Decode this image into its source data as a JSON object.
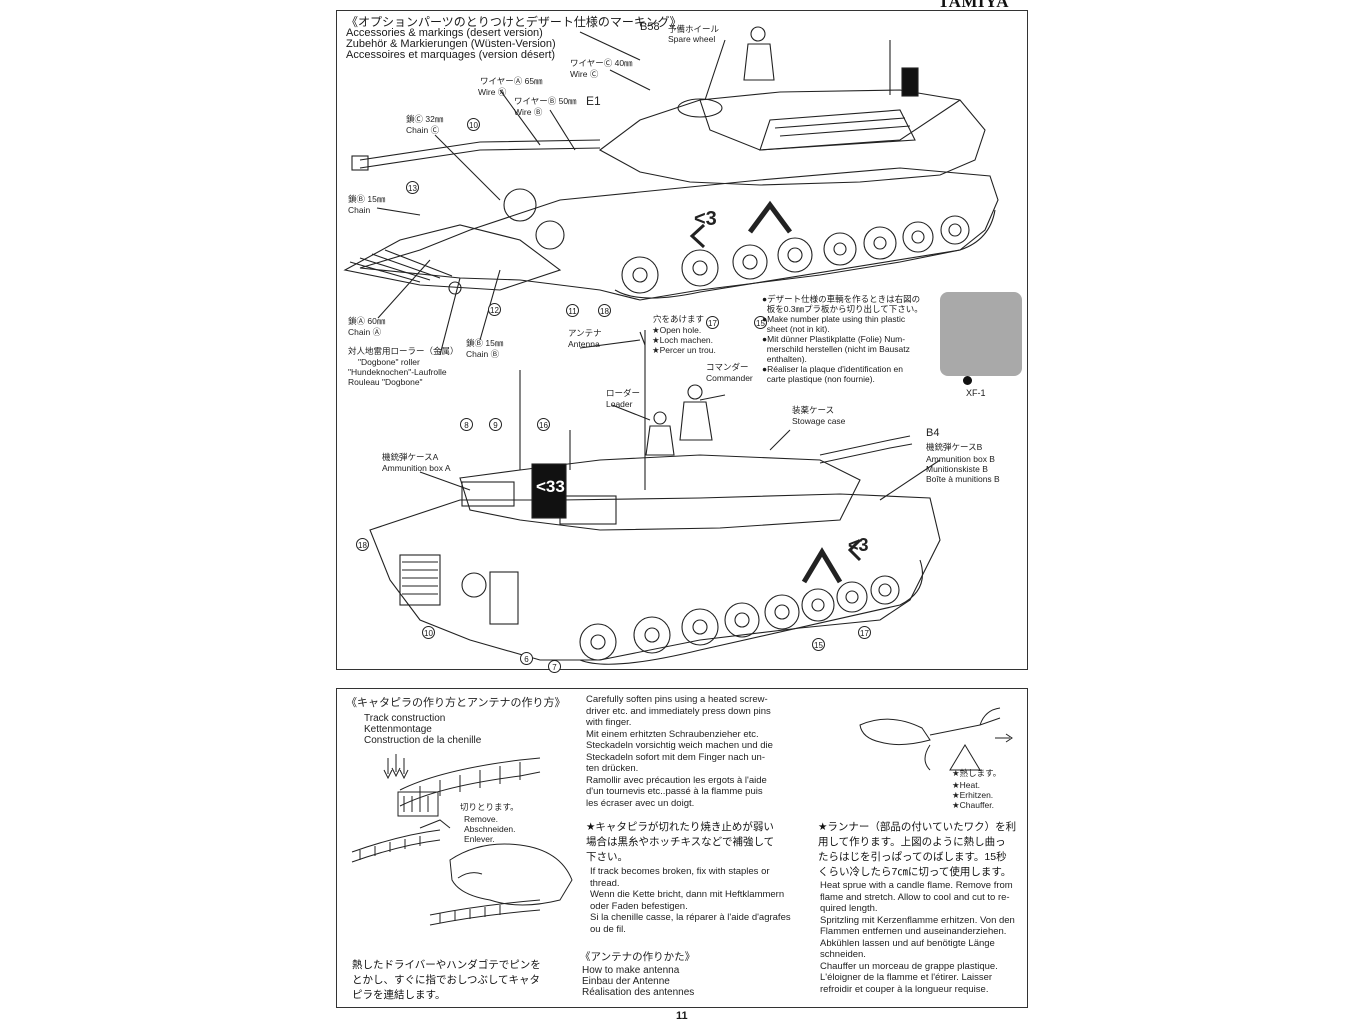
{
  "brand": "TAMIYA",
  "page_number": "11",
  "top_section": {
    "title_jp": "《オプションパーツのとりつけとデザート仕様のマーキング》",
    "title_en": "Accessories & markings (desert version)",
    "title_de": "Zubehör & Markierungen (Wüsten-Version)",
    "title_fr": "Accessoires et marquages (version désert)",
    "labels": {
      "b58": "B58",
      "spare_wheel_jp": "予備ホイール",
      "spare_wheel": "Spare wheel",
      "wire_c_jp": "ワイヤーⒸ 40㎜",
      "wire_c": "Wire Ⓒ",
      "wire_a_jp": "ワイヤーⒶ 65㎜",
      "wire_a": "Wire Ⓐ",
      "wire_b_jp": "ワイヤーⒷ 50㎜",
      "wire_b": "Wire Ⓑ",
      "e1": "E1",
      "chain_c_jp": "鎖Ⓒ 32㎜",
      "chain_c": "Chain Ⓒ",
      "chain_b_jp": "鎖Ⓑ 15㎜",
      "chain_b": "Chain",
      "chain_a_jp": "鎖Ⓐ 60㎜",
      "chain_a": "Chain Ⓐ",
      "chain_b2_jp": "鎖Ⓑ 15㎜",
      "chain_b2": "Chain Ⓑ",
      "dogbone_jp": "対人地雷用ローラー（金属）",
      "dogbone_en": "\"Dogbone\" roller",
      "dogbone_de": "\"Hundeknochen\"-Laufrolle",
      "dogbone_fr": "Rouleau \"Dogbone\"",
      "antenna_jp": "アンテナ",
      "antenna": "Antenna",
      "hole_jp": "穴をあけます",
      "hole_en": "★Open hole.",
      "hole_de": "★Loch machen.",
      "hole_fr": "★Percer un trou.",
      "commander_jp": "コマンダー",
      "commander": "Commander",
      "loader_jp": "ローダー",
      "loader": "Loader",
      "stowage_jp": "装薬ケース",
      "stowage": "Stowage case",
      "ammo_a_jp": "機銃弾ケースA",
      "ammo_a": "Ammunition box A",
      "b4": "B4",
      "ammo_b_jp": "機銃弾ケースB",
      "ammo_b_en": "Ammunition box B",
      "ammo_b_de": "Munitionskiste B",
      "ammo_b_fr": "Boîte à munitions B"
    },
    "part_numbers_upper": [
      "10",
      "13",
      "11",
      "12",
      "18",
      "17",
      "15"
    ],
    "part_numbers_lower": [
      "8",
      "9",
      "16",
      "18",
      "10",
      "6",
      "7",
      "15",
      "17"
    ],
    "plate_note": "●デザート仕様の車輌を作るときは右図の\n  板を0.3㎜プラ板から切り出して下さい。\n●Make number plate using thin plastic\n  sheet (not in kit).\n●Mit dünner Plastikplatte (Folie) Num-\n  merschild herstellen (nicht im Bausatz\n  enthalten).\n●Réaliser la plaque d'identification en\n  carte plastique (non fournie).",
    "paint_code": "XF-1",
    "hull_mark": "<3",
    "turret_mark": "<33",
    "chevron": "^"
  },
  "bottom_section": {
    "track_title_jp": "《キャタピラの作り方とアンテナの作り方》",
    "track_en": "Track construction",
    "track_de": "Kettenmontage",
    "track_fr": "Construction de la chenille",
    "cut_jp": "切りとります。",
    "cut_en": "Remove.",
    "cut_de": "Abschneiden.",
    "cut_fr": "Enlever.",
    "pin_text": "Carefully soften pins using a heated screw-\ndriver etc. and immediately press down pins\nwith finger.\nMit einem erhitzten Schraubenzieher etc.\nSteckadeln vorsichtig weich machen und die\nSteckadeln sofort mit dem Finger nach un-\nten drücken.\nRamollir avec précaution les ergots à l'aide\nd'un tournevis etc..passé à la flamme puis\nles écraser avec un doigt.",
    "broken_jp": "★キャタピラが切れたり焼き止めが弱い\n場合は黒糸やホッチキスなどで補強して\n下さい。",
    "broken_text": "If track becomes broken, fix with staples or\nthread.\nWenn die Kette bricht, dann mit Heftklammern\noder Faden befestigen.\nSi la chenille casse, la réparer à l'aide d'agrafes\nou de fil.",
    "heat_driver_jp": "熱したドライバーやハンダゴテでピンを\nとかし、すぐに指でおしつぶしてキャタ\nピラを連結します。",
    "antenna_title_jp": "《アンテナの作りかた》",
    "antenna_en": "How to make antenna",
    "antenna_de": "Einbau der Antenne",
    "antenna_fr": "Réalisation des antennes",
    "heat_jp": "★熱します。",
    "heat_en": "★Heat.",
    "heat_de": "★Erhitzen.",
    "heat_fr": "★Chauffer.",
    "runner_jp": "★ランナー（部品の付いていたワク）を利\n用して作ります。上図のように熱し曲っ\nたらはじを引っぱってのばします。15秒\nくらい冷したら7㎝に切って使用します。",
    "runner_text": "Heat sprue with a candle flame. Remove from\nflame and stretch. Allow to cool and cut to re-\nquired length.\nSpritzling mit Kerzenflamme erhitzen. Von den\nFlammen entfernen und auseinanderziehen.\nAbkühlen lassen und auf benötigte Länge\nschneiden.\nChauffer un morceau de grappe plastique.\nL'éloigner de la flamme et l'étirer. Laisser\nrefroidir et couper à la longueur requise."
  }
}
